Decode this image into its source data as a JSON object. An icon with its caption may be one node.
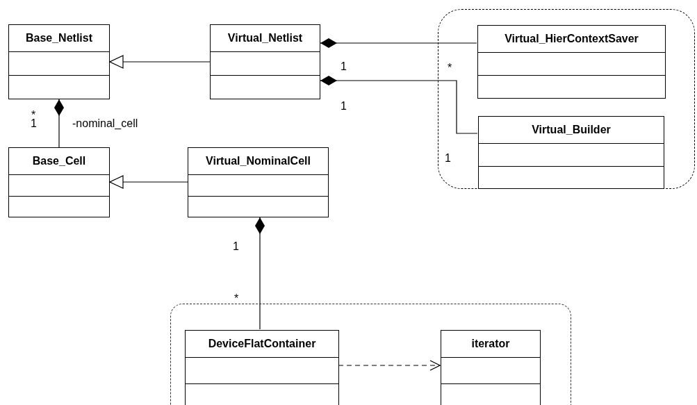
{
  "diagram": {
    "nodes": [
      {
        "text": [
          "Base_Netlist"
        ]
      },
      {
        "text": [
          "Virtual_Netlist"
        ]
      },
      {
        "text": [],
        "shape": "box"
      },
      {
        "text": [
          "Virtual_HierContextSaver"
        ],
        "in": 2
      },
      {
        "text": [
          "Virtual_Builder"
        ],
        "in": 2
      },
      {
        "text": [
          "Base_Cell"
        ]
      },
      {
        "text": [
          "Virtual_NominalCell"
        ]
      },
      {
        "text": [],
        "shape": "box"
      },
      {
        "text": [
          "DeviceFlatContainer"
        ],
        "in": 7
      },
      {
        "text": [
          "iterator"
        ],
        "in": 7
      }
    ],
    "edges": [
      {
        "from": 1,
        "to": 0,
        "arrow": "to"
      },
      {
        "from": 6,
        "to": 5,
        "arrow": "to"
      },
      {
        "from": 1,
        "to": 3,
        "arrow": "other"
      },
      {
        "from": 1,
        "to": 4,
        "arrow": "other"
      },
      {
        "from": 0,
        "to": 5,
        "arrow": "other",
        "label": "-nominal_cell"
      },
      {
        "from": 6,
        "to": 8,
        "arrow": "other"
      },
      {
        "from": 8,
        "to": 9,
        "arrow": "to",
        "style": "dashed"
      }
    ],
    "labels": [
      "1",
      "*",
      "1",
      "*",
      "1",
      "1",
      "1",
      "*"
    ]
  }
}
